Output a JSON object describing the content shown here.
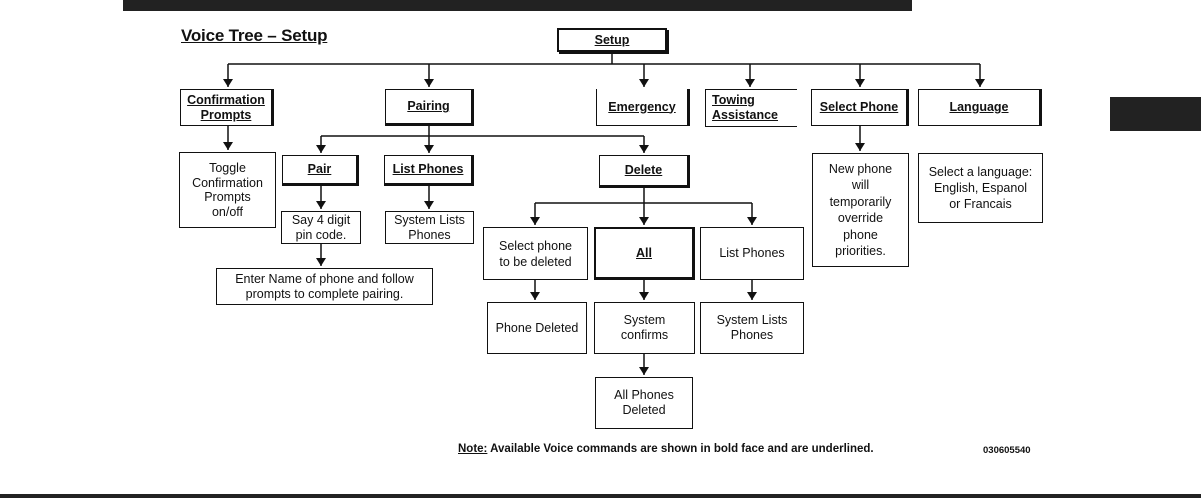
{
  "title": "Voice Tree – Setup",
  "nodes": {
    "setup": "Setup",
    "confirmation_prompts": [
      "Confirmation",
      "Prompts"
    ],
    "pairing": "Pairing",
    "emergency": "Emergency",
    "towing_assistance": [
      "Towing",
      "Assistance"
    ],
    "select_phone": "Select Phone",
    "language": "Language",
    "toggle_confirmation": [
      "Toggle",
      "Confirmation",
      "Prompts",
      "on/off"
    ],
    "pair": "Pair",
    "list_phones_cmd": "List Phones",
    "delete": "Delete",
    "new_phone_override": [
      "New phone",
      "will",
      "temporarily",
      "override",
      "phone",
      "priorities."
    ],
    "select_language": [
      "Select a language:",
      "English, Espanol",
      "or Francais"
    ],
    "say_pin": [
      "Say 4 digit",
      "pin code."
    ],
    "system_lists_phones_1": [
      "System Lists",
      "Phones"
    ],
    "enter_name": [
      "Enter Name of phone and follow",
      "prompts to complete pairing."
    ],
    "select_phone_to_delete": [
      "Select phone",
      "to be deleted"
    ],
    "all": "All",
    "list_phones_plain": "List Phones",
    "phone_deleted": "Phone Deleted",
    "system_confirms": [
      "System",
      "confirms"
    ],
    "system_lists_phones_2": [
      "System Lists",
      "Phones"
    ],
    "all_phones_deleted": [
      "All Phones",
      "Deleted"
    ]
  },
  "note": {
    "label": "Note:",
    "text": " Available Voice commands are shown in bold face and are underlined."
  },
  "figure_code": "030605540"
}
